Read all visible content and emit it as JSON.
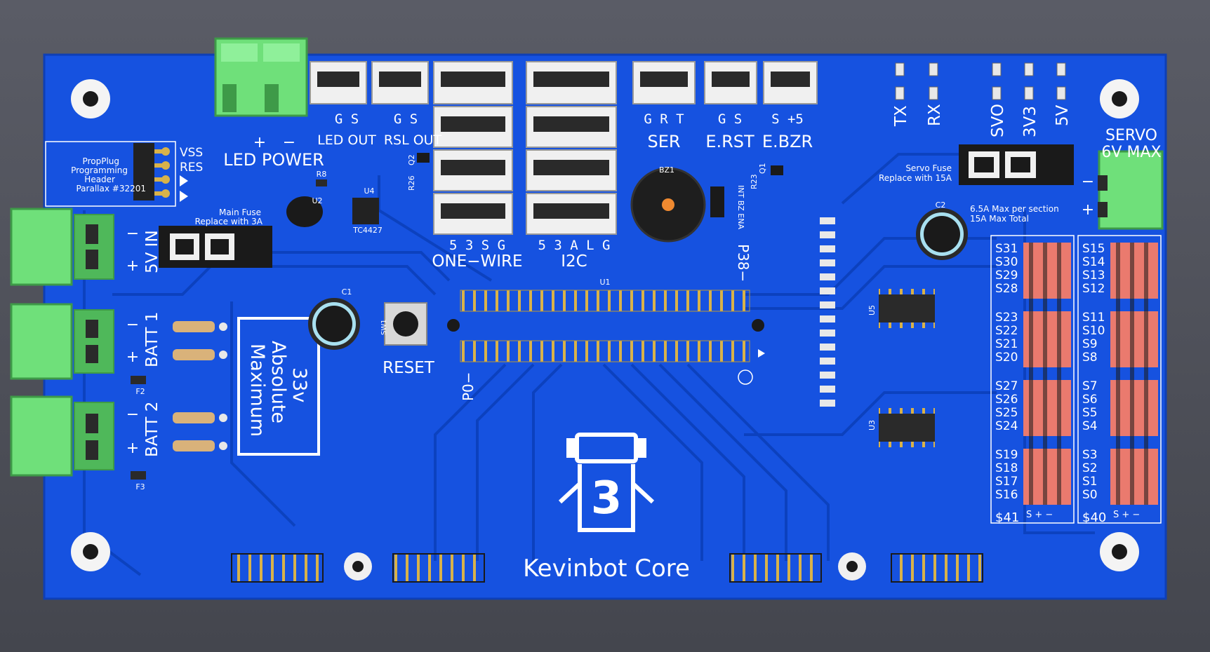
{
  "board": {
    "title": "Kevinbot Core",
    "logo_text": "3",
    "colors": {
      "board": "#1652e0",
      "trace": "#0b3fb8",
      "silk": "#ffffff",
      "terminal": "#6fe07a",
      "pad": "#c9ccd4"
    }
  },
  "connectors": {
    "led_power": {
      "label": "LED POWER",
      "plus": "+",
      "minus": "−"
    },
    "led_out": {
      "pins": "G S",
      "label": "LED OUT"
    },
    "rsl_out": {
      "pins": "G S",
      "label": "RSL OUT"
    },
    "one_wire": {
      "pins": "5 3 S G",
      "label": "ONE−WIRE"
    },
    "i2c": {
      "pins": "5 3 A L G",
      "label": "I2C"
    },
    "ser": {
      "pins": "G R T",
      "label": "SER"
    },
    "e_rst": {
      "pins": "G S",
      "label": "E.RST"
    },
    "e_bzr": {
      "pins": "S +5",
      "label": "E.BZR"
    },
    "servo_power": {
      "label1": "SERVO",
      "label2": "6V MAX",
      "minus": "−",
      "plus": "+"
    }
  },
  "leds": [
    "TX",
    "RX",
    "SVO",
    "3V3",
    "5V"
  ],
  "prop_header": {
    "lines": [
      "PropPlug",
      "Programming",
      "Header",
      "Parallax #32201"
    ],
    "vss": "VSS",
    "res": "RES"
  },
  "main_fuse": {
    "line1": "Main Fuse",
    "line2": "Replace with 3A"
  },
  "servo_fuse": {
    "line1": "Servo Fuse",
    "line2": "Replace with 15A"
  },
  "power_in": {
    "label": "5V IN",
    "minus": "−",
    "plus": "+"
  },
  "batt1": {
    "label": "BATT 1",
    "minus": "−",
    "plus": "+"
  },
  "batt2": {
    "label": "BATT 2",
    "minus": "−",
    "plus": "+"
  },
  "warning_box": {
    "line1": "33v",
    "line2": "Absolute",
    "line3": "Maximum"
  },
  "reset": {
    "label": "RESET",
    "ref": "SW1"
  },
  "max_note": {
    "line1": "6.5A Max per section",
    "line2": "15A Max Total"
  },
  "refs": {
    "r8": "R8",
    "u2": "U2",
    "u4": "U4",
    "u4_part": "TC4427",
    "q2": "Q2",
    "r26": "R26",
    "bz1": "BZ1",
    "q1": "Q1",
    "r23": "R23",
    "int_bz": "INT BZ ENA",
    "c1": "C1",
    "c2": "C2",
    "u1": "U1",
    "u3": "U3",
    "u5": "U5",
    "f2": "F2",
    "f3": "F3",
    "p38": "P38−",
    "p0": "P0−"
  },
  "servo_blocks": {
    "left": [
      [
        "S31",
        "S30",
        "S29",
        "S28"
      ],
      [
        "S23",
        "S22",
        "S21",
        "S20"
      ],
      [
        "S27",
        "S26",
        "S25",
        "S24"
      ],
      [
        "S19",
        "S18",
        "S17",
        "S16"
      ]
    ],
    "right": [
      [
        "S15",
        "S14",
        "S13",
        "S12"
      ],
      [
        "S11",
        "S10",
        "S9",
        "S8"
      ],
      [
        "S7",
        "S6",
        "S5",
        "S4"
      ],
      [
        "S3",
        "S2",
        "S1",
        "S0"
      ]
    ],
    "left_footer": "$41",
    "right_footer": "$40",
    "pin_legend": "S  +  −"
  }
}
